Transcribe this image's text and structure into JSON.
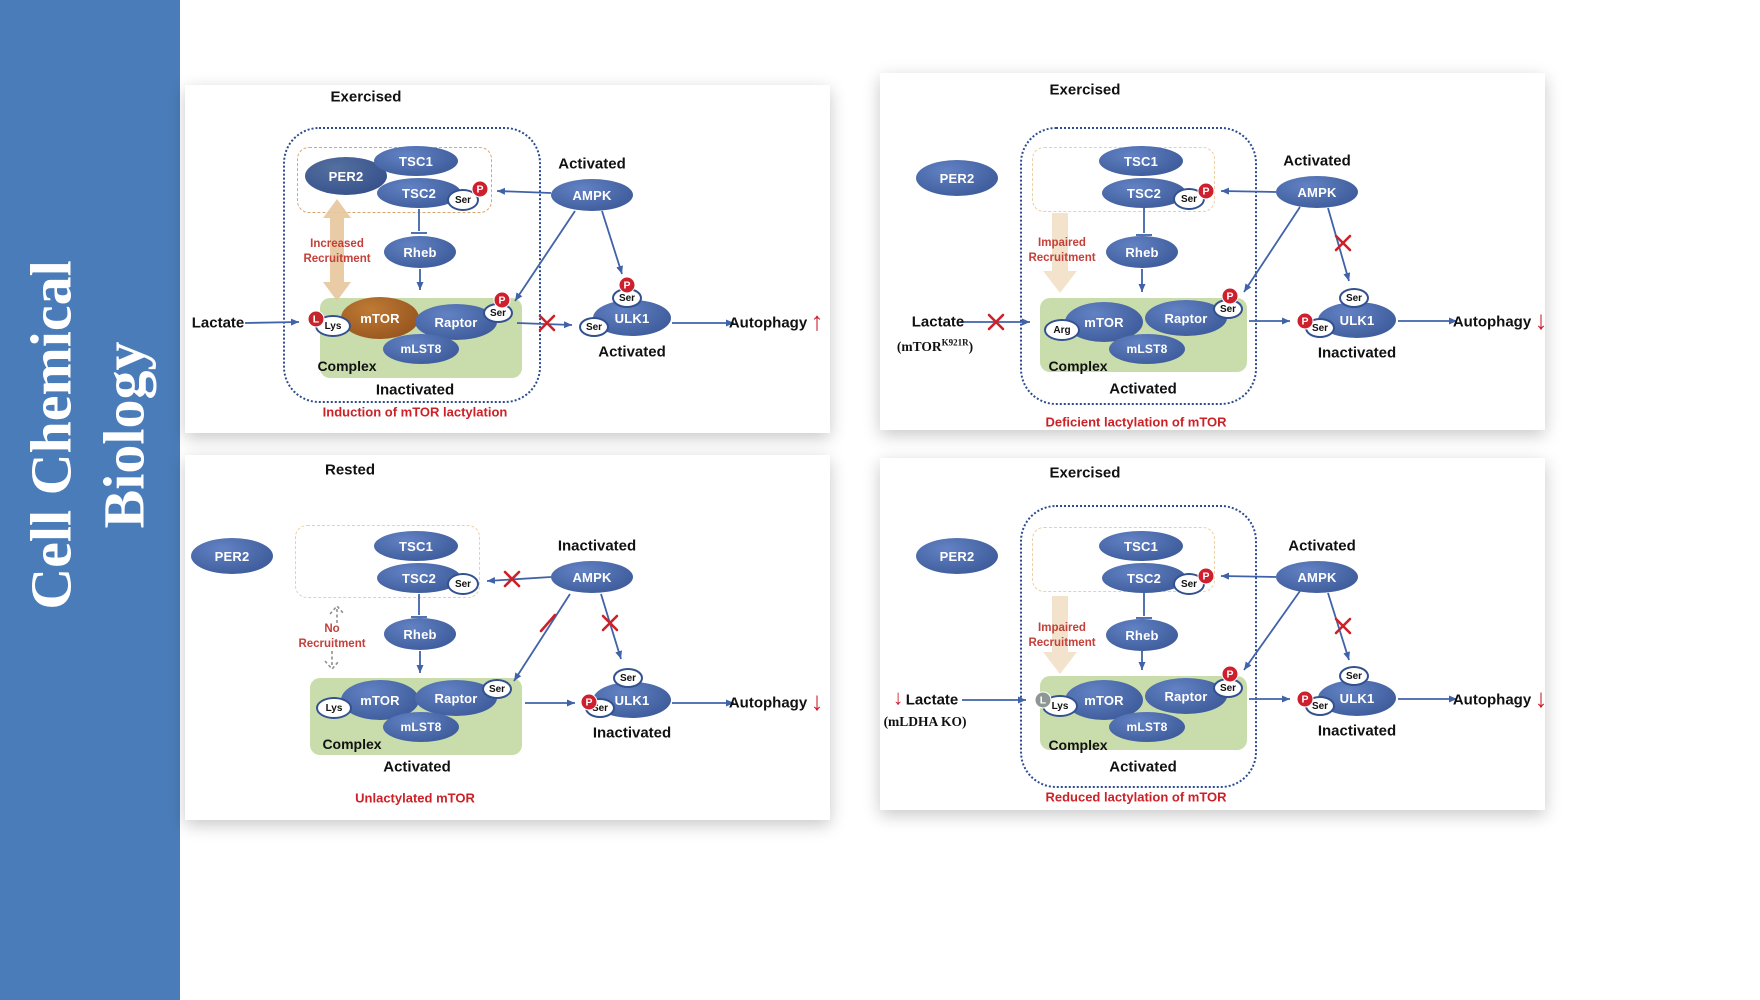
{
  "journal": {
    "line1": "Cell Chemical",
    "line2": "Biology"
  },
  "colors": {
    "sidebar_blue": "#4a7cb9",
    "node_blue": "#42609f",
    "per2_navy": "#3a558e",
    "mtor_brown": "#9c5a22",
    "complex_green": "#c9dcab",
    "accent_red": "#cd1f2d",
    "recruitment_tan": "#e7c79e",
    "arrow_blue": "#3f62a8"
  },
  "panels": {
    "p1": {
      "title": "Exercised",
      "per2": "PER2",
      "tsc1": "TSC1",
      "tsc2": "TSC2",
      "ser": "Ser",
      "p_badge": "P",
      "ampk": "AMPK",
      "ampk_state": "Activated",
      "rheb": "Rheb",
      "recruitment_line1": "Increased",
      "recruitment_line2": "Recruitment",
      "lactate": "Lactate",
      "l_badge": "L",
      "lys": "Lys",
      "mtor": "mTOR",
      "raptor": "Raptor",
      "mlst8": "mLST8",
      "complex": "Complex",
      "complex_state": "Inactivated",
      "ulk1": "ULK1",
      "ulk1_state": "Activated",
      "autophagy": "Autophagy",
      "autophagy_arrow": "↑",
      "caption": "Induction of mTOR lactylation"
    },
    "p2": {
      "title": "Exercised",
      "per2": "PER2",
      "tsc1": "TSC1",
      "tsc2": "TSC2",
      "ser": "Ser",
      "p_badge": "P",
      "ampk": "AMPK",
      "ampk_state": "Activated",
      "rheb": "Rheb",
      "recruitment_line1": "Impaired",
      "recruitment_line2": "Recruitment",
      "lactate": "Lactate",
      "mutant_prefix": "(mTOR",
      "mutant_sup": "K921R",
      "mutant_suffix": ")",
      "arg": "Arg",
      "mtor": "mTOR",
      "raptor": "Raptor",
      "mlst8": "mLST8",
      "complex": "Complex",
      "complex_state": "Activated",
      "ulk1": "ULK1",
      "ulk1_state": "Inactivated",
      "autophagy": "Autophagy",
      "autophagy_arrow": "↓",
      "caption": "Deficient lactylation of mTOR"
    },
    "p3": {
      "title": "Rested",
      "per2": "PER2",
      "tsc1": "TSC1",
      "tsc2": "TSC2",
      "ser": "Ser",
      "p_badge": "P",
      "ampk": "AMPK",
      "ampk_state": "Inactivated",
      "rheb": "Rheb",
      "recruitment_line1": "No",
      "recruitment_line2": "Recruitment",
      "lys": "Lys",
      "mtor": "mTOR",
      "raptor": "Raptor",
      "mlst8": "mLST8",
      "complex": "Complex",
      "complex_state": "Activated",
      "ulk1": "ULK1",
      "ulk1_state": "Inactivated",
      "autophagy": "Autophagy",
      "autophagy_arrow": "↓",
      "caption": "Unlactylated mTOR"
    },
    "p4": {
      "title": "Exercised",
      "per2": "PER2",
      "tsc1": "TSC1",
      "tsc2": "TSC2",
      "ser": "Ser",
      "p_badge": "P",
      "ampk": "AMPK",
      "ampk_state": "Activated",
      "rheb": "Rheb",
      "recruitment_line1": "Impaired",
      "recruitment_line2": "Recruitment",
      "lactate": "Lactate",
      "lactate_arrow": "↓",
      "knockout": "(mLDHA KO)",
      "l_badge": "L",
      "lys": "Lys",
      "mtor": "mTOR",
      "raptor": "Raptor",
      "mlst8": "mLST8",
      "complex": "Complex",
      "complex_state": "Activated",
      "ulk1": "ULK1",
      "ulk1_state": "Inactivated",
      "autophagy": "Autophagy",
      "autophagy_arrow": "↓",
      "caption": "Reduced lactylation of mTOR"
    }
  }
}
